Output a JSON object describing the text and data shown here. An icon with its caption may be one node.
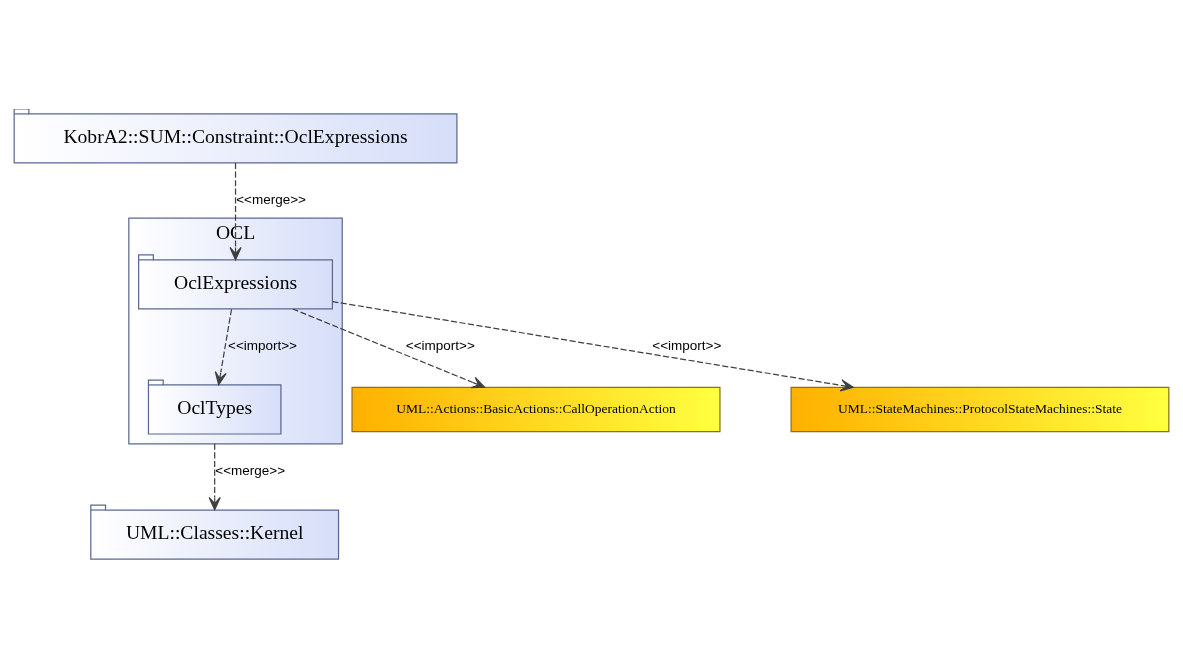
{
  "diagram": {
    "nodes": [
      {
        "text": [
          "KobrA2::SUM::Constraint::OclExpressions"
        ]
      },
      {
        "text": [
          "OCL"
        ]
      },
      {
        "text": [
          "OclExpressions"
        ],
        "in": 1
      },
      {
        "text": [
          "OclTypes"
        ],
        "in": 1
      },
      {
        "text": [
          "UML::Classes::Kernel"
        ]
      },
      {
        "text": [
          "UML::Actions::BasicActions::CallOperationAction"
        ]
      },
      {
        "text": [
          "UML::StateMachines::ProtocolStateMachines::State"
        ]
      }
    ],
    "edges": [
      {
        "from": 0,
        "to": 2,
        "arrow": "to",
        "label": "<<merge>>",
        "style": "dashed"
      },
      {
        "from": 2,
        "to": 3,
        "arrow": "to",
        "label": "<<import>>",
        "style": "dashed"
      },
      {
        "from": 1,
        "to": 4,
        "arrow": "to",
        "label": "<<merge>>",
        "style": "dashed"
      },
      {
        "from": 2,
        "to": 5,
        "arrow": "to",
        "label": "<<import>>",
        "style": "dashed"
      },
      {
        "from": 2,
        "to": 6,
        "arrow": "to",
        "label": "<<import>>",
        "style": "dashed"
      }
    ]
  }
}
